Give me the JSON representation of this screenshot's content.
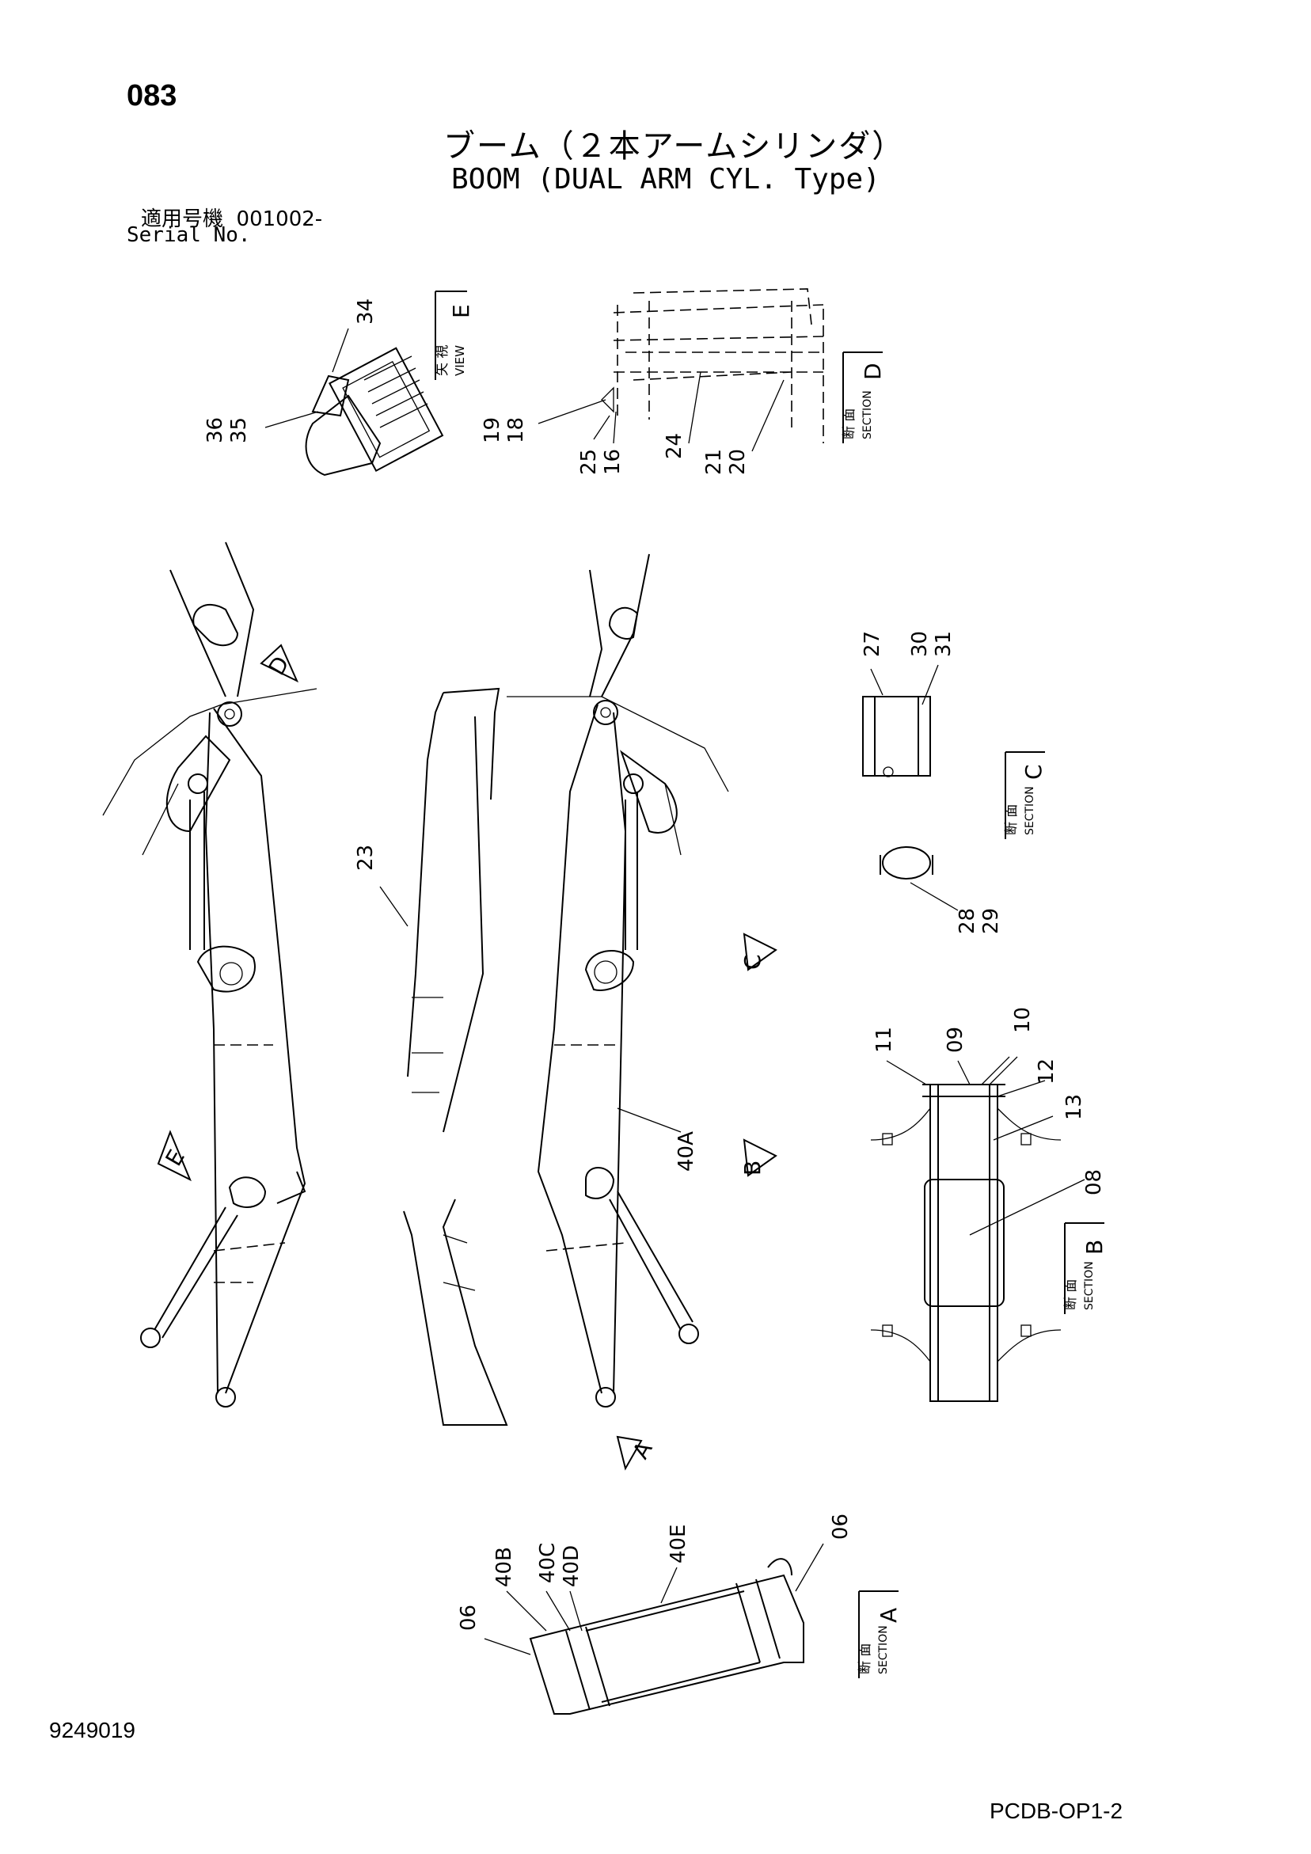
{
  "header": {
    "page_number": "083",
    "title_jp": "ブーム（２本アームシリンダ）",
    "title_en": "BOOM (DUAL ARM CYL. Type)",
    "serial_label_jp": "適用号機",
    "serial_value": "001002-",
    "serial_label_en": "Serial No."
  },
  "footer": {
    "document_number": "9249019",
    "drawing_code": "PCDB-OP1-2"
  },
  "views": {
    "view_e": {
      "jp": "矢 視",
      "en": "VIEW",
      "letter": "E"
    },
    "section_d": {
      "jp": "断 面",
      "en": "SECTION",
      "letter": "D"
    },
    "section_c": {
      "jp": "断 面",
      "en": "SECTION",
      "letter": "C"
    },
    "section_b": {
      "jp": "断 面",
      "en": "SECTION",
      "letter": "B"
    },
    "section_a": {
      "jp": "断 面",
      "en": "SECTION",
      "letter": "A"
    }
  },
  "arrow_markers": [
    "D",
    "C",
    "E",
    "B",
    "A"
  ],
  "part_callouts": {
    "p34": "34",
    "p35": "35",
    "p36": "36",
    "p18": "18",
    "p19": "19",
    "p25": "25",
    "p16": "16",
    "p24": "24",
    "p20": "20",
    "p21": "21",
    "p27": "27",
    "p30": "30",
    "p31": "31",
    "p28": "28",
    "p29": "29",
    "p23": "23",
    "p40a": "40A",
    "p11": "11",
    "p09": "09",
    "p10": "10",
    "p12": "12",
    "p13": "13",
    "p08": "08",
    "p06a": "06",
    "p40b": "40B",
    "p40c": "40C",
    "p40d": "40D",
    "p40e": "40E",
    "p06b": "06"
  }
}
